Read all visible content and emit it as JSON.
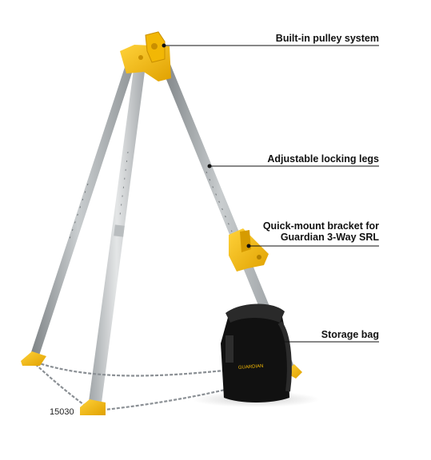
{
  "callouts": {
    "pulley": "Built-in pulley system",
    "legs": "Adjustable locking legs",
    "bracket_line1": "Quick-mount bracket for",
    "bracket_line2": "Guardian 3-Way SRL",
    "bag": "Storage bag"
  },
  "model_number": "15030",
  "bag_logo_text": "GUARDIAN",
  "colors": {
    "accent_yellow": "#f2b705",
    "leg_gray": "#a8acae",
    "bag_black": "#111111",
    "chain_gray": "#8a8f94",
    "callout_line": "#111111"
  }
}
